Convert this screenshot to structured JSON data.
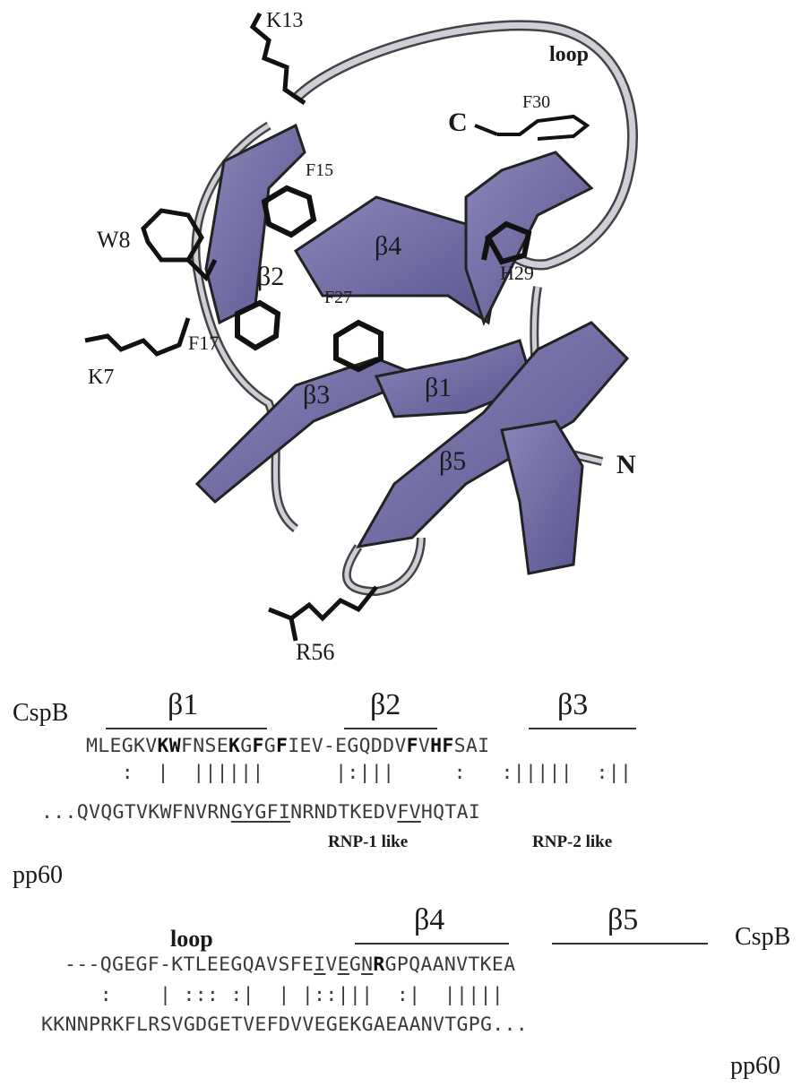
{
  "structure_labels": {
    "K13": "K13",
    "loop": "loop",
    "C": "C",
    "F30": "F30",
    "F15": "F15",
    "W8": "W8",
    "beta4": "β4",
    "H29": "H29",
    "beta2": "β2",
    "F27": "F27",
    "F17": "F17",
    "K7": "K7",
    "beta3": "β3",
    "beta1": "β1",
    "N": "N",
    "beta5": "β5",
    "R56": "R56"
  },
  "alignment1": {
    "top_name": "CspB",
    "bottom_name": "pp60",
    "headers": [
      "β1",
      "β2",
      "β3"
    ],
    "cspb": "MLEGKVKWFNSEKGFGFIEV-EGQDDVFVHFSAI",
    "match": "   :  |  ||||||      |:|||     :   :|||||  :||",
    "pp60": "...QVQGTVKWFNVRNGYGFINRNDTKEDVFVHQTAI",
    "motifs": [
      "RNP-1 like",
      "RNP-2 like"
    ]
  },
  "alignment2": {
    "top_name": "CspB",
    "bottom_name": "pp60",
    "headers": [
      "loop",
      "β4",
      "β5"
    ],
    "cspb": "---QGEGF-KTLEEGQAVSFEIVEGNRGPQAANVTKEA",
    "match": "   :    | ::: :|  | |::|||  :|  |||||",
    "pp60": "KKNNPRKFLRSVGDGETVEFDVVEGEKGAEAANVTGPG..."
  }
}
